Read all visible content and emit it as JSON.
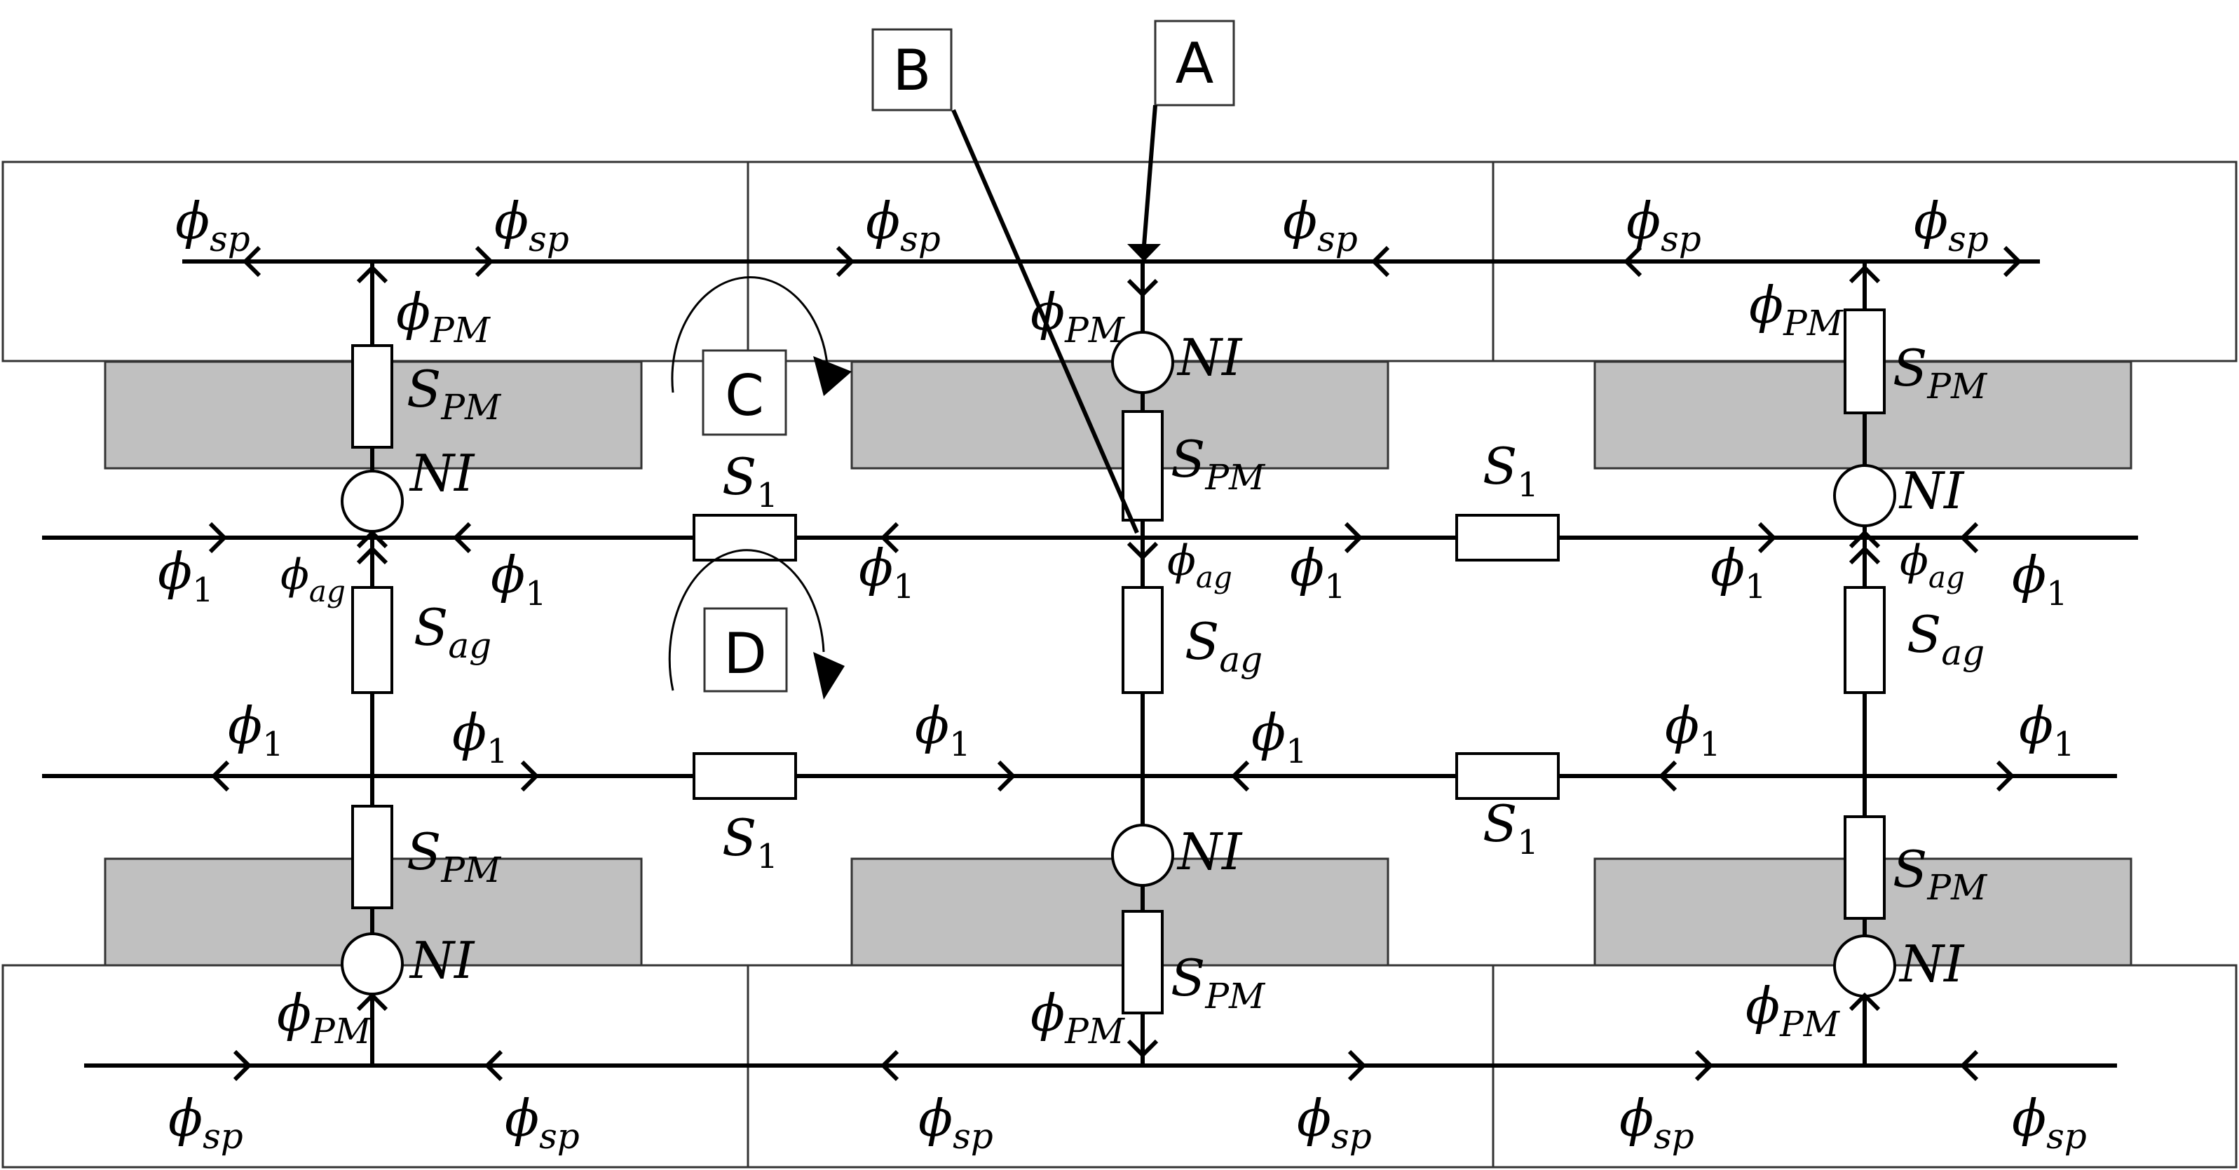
{
  "symbols": {
    "phi": "ϕ",
    "flux_sp": "sp",
    "flux_pm": "PM",
    "flux_ag": "ag",
    "flux_1": "1",
    "reluctance": "S",
    "rel_pm": "PM",
    "rel_ag": "ag",
    "rel_1": "1",
    "mmf_source": "NI"
  },
  "callouts": {
    "a": "A",
    "b": "B",
    "c": "C",
    "d": "D"
  }
}
